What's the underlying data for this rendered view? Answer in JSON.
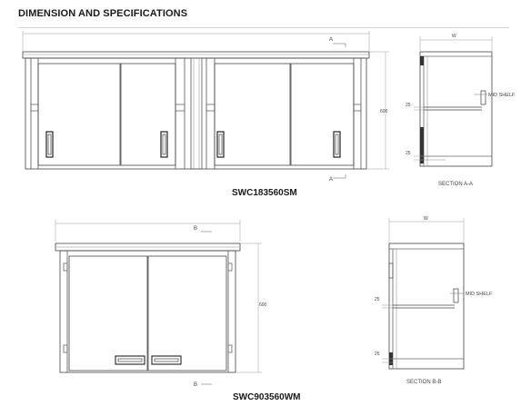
{
  "header": {
    "title": "DIMENSION AND SPECIFICATIONS"
  },
  "drawing_1": {
    "model": "SWC183560SM",
    "section_marker_top": "A",
    "section_marker_bottom": "A",
    "height_label": "600",
    "section": {
      "title": "SECTION A-A",
      "width_label": "W",
      "mid_shelf_label": "MID SHELF",
      "shelf_gap_label": "25",
      "base_gap_label": "25"
    }
  },
  "drawing_2": {
    "model": "SWC903560WM",
    "section_marker_top": "B",
    "section_marker_bottom": "B",
    "height_label": "600",
    "section": {
      "title": "SECTION B-B",
      "width_label": "W",
      "mid_shelf_label": "MID SHELF",
      "shelf_gap_label": "25",
      "base_gap_label": "25"
    }
  }
}
